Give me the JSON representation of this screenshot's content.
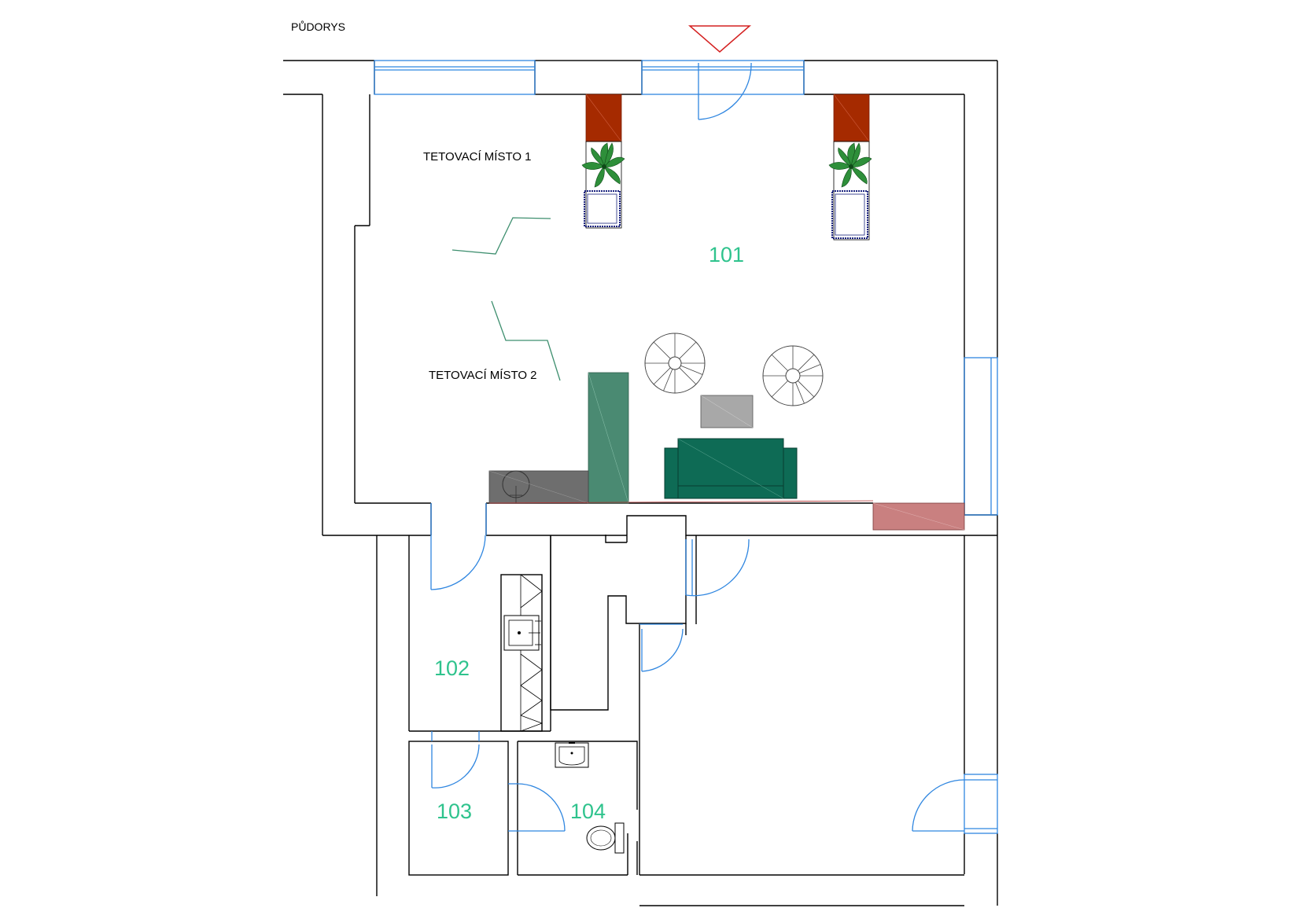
{
  "drawing": {
    "title": "PŮDORYS",
    "labels": {
      "tattoo_place_1": "TETOVACÍ MÍSTO 1",
      "tattoo_place_2": "TETOVACÍ MÍSTO 2"
    },
    "rooms": [
      {
        "id": "101"
      },
      {
        "id": "102"
      },
      {
        "id": "103"
      },
      {
        "id": "104"
      }
    ]
  },
  "colors": {
    "wall": "#000000",
    "door_window": "#2f86e0",
    "room_number": "#2fc38d",
    "entrance_marker": "#d42020",
    "brick_cabinet": "#a52a00",
    "sofa": "#0e6b55",
    "tall_cabinet": "#4a8a72",
    "counter": "#6e6e6e",
    "coffee_table": "#a8a8a8",
    "radiator": "#c98080",
    "partition": "#3e8f6f",
    "plant": "#2e8f3a",
    "chair": "#1a237e"
  },
  "icons": [
    "entrance-marker-icon",
    "plant-icon",
    "armchair-icon",
    "sink-icon",
    "toilet-icon",
    "door-swing-icon",
    "window-icon"
  ]
}
